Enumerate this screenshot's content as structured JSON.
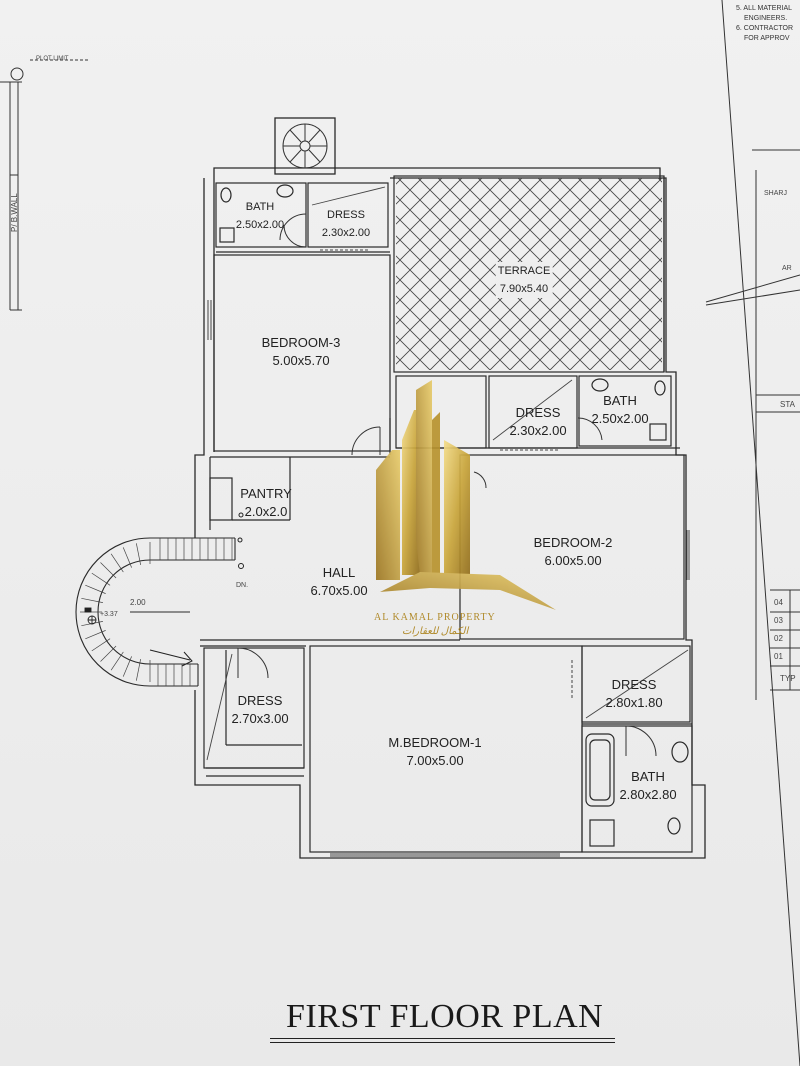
{
  "plot_label": "PLOT LIMIT",
  "wall_label": "P/ B.WALL",
  "notes": {
    "line1": "5. ALL MATERIAL",
    "line2": "ENGINEERS.",
    "line3": "6. CONTRACTOR",
    "line4": "FOR APPROV"
  },
  "side": {
    "sta": "STA",
    "shar": "SHARJ",
    "ar": "AR",
    "rows": [
      "04",
      "03",
      "02",
      "01"
    ],
    "typ": "TYP"
  },
  "rooms": {
    "bath_top": {
      "name": "BATH",
      "dims": "2.50x2.00"
    },
    "dress_top": {
      "name": "DRESS",
      "dims": "2.30x2.00"
    },
    "terrace": {
      "name": "TERRACE",
      "dims": "7.90x5.40"
    },
    "bedroom3": {
      "name": "BEDROOM-3",
      "dims": "5.00x5.70"
    },
    "dress_mid": {
      "name": "DRESS",
      "dims": "2.30x2.00"
    },
    "bath_mid": {
      "name": "BATH",
      "dims": "2.50x2.00"
    },
    "pantry": {
      "name": "PANTRY",
      "dims": "2.0x2.0"
    },
    "bedroom2": {
      "name": "BEDROOM-2",
      "dims": "6.00x5.00"
    },
    "hall": {
      "name": "HALL",
      "dims": "6.70x5.00"
    },
    "dress_left": {
      "name": "DRESS",
      "dims": "2.70x3.00"
    },
    "mbedroom": {
      "name": "M.BEDROOM-1",
      "dims": "7.00x5.00"
    },
    "dress_right": {
      "name": "DRESS",
      "dims": "2.80x1.80"
    },
    "bath_master": {
      "name": "BATH",
      "dims": "2.80x2.80"
    }
  },
  "stair": {
    "dn": "DN.",
    "level1": "2.00",
    "level2": "+3.37"
  },
  "watermark": {
    "company": "AL KAMAL PROPERTY",
    "arabic": "الكمال للعقارات"
  },
  "title": "FIRST FLOOR PLAN",
  "colors": {
    "line": "#2a2a2a",
    "gold": "#c9a53a",
    "gold_dark": "#8f6b1a",
    "paper": "#eeeeee"
  }
}
